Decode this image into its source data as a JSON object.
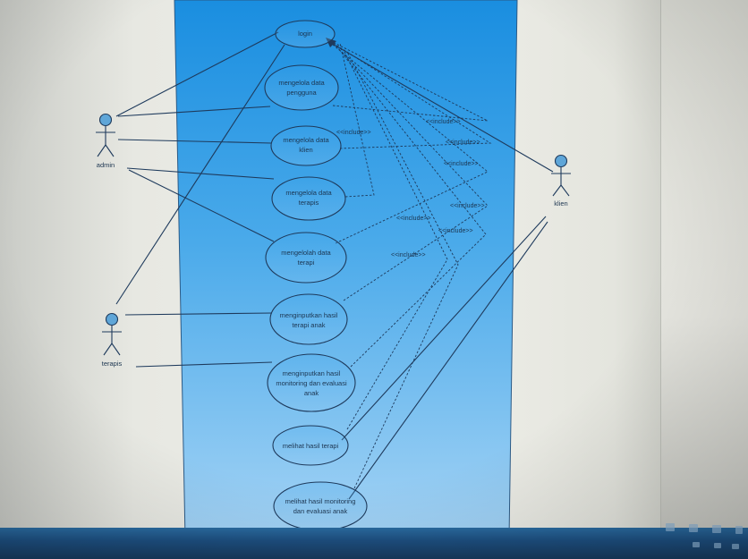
{
  "diagram": {
    "actors": {
      "admin": "admin",
      "terapis": "terapis",
      "klien": "klien"
    },
    "use_cases": {
      "login": "login",
      "data_pengguna": [
        "mengelola data",
        "pengguna"
      ],
      "data_klien": [
        "mengelola data",
        "klien"
      ],
      "data_terapis": [
        "mengelola data",
        "terapis"
      ],
      "data_terapi": [
        "mengelolah data",
        "terapi"
      ],
      "hasil_terapi": [
        "menginputkan hasil",
        "terapi anak"
      ],
      "hasil_monitoring": [
        "menginputkan hasil",
        "monitoring dan evaluasi",
        "anak"
      ],
      "lihat_terapi": [
        "melihat hasil terapi"
      ],
      "lihat_monitoring": [
        "melihat hasil monitoring",
        "dan evaluasi anak"
      ]
    },
    "include_label": "<<include>>"
  },
  "colors": {
    "system_top": "#1c8fe0",
    "system_bottom": "#a6d2f5",
    "line": "#1e3a5c",
    "actor_head": "#5fa6d8"
  }
}
